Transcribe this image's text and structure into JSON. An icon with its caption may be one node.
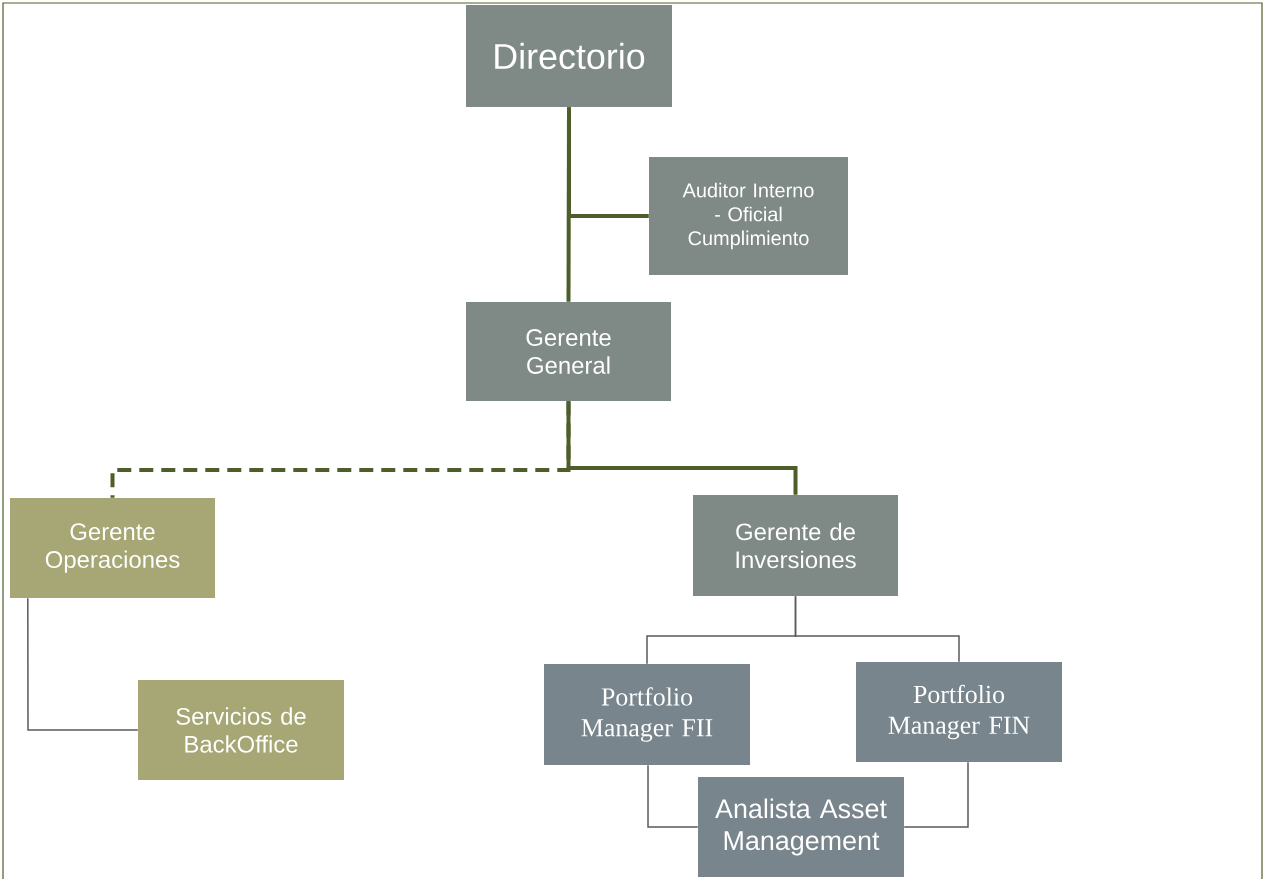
{
  "diagram": {
    "nodes": [
      {
        "text": [
          "Directorio"
        ]
      },
      {
        "text": [
          "Auditor Interno - Oficial Cumplimiento"
        ]
      },
      {
        "text": [
          "Gerente General"
        ]
      },
      {
        "text": [
          "Gerente Operaciones"
        ]
      },
      {
        "text": [
          "Gerente de Inversiones"
        ]
      },
      {
        "text": [
          "Servicios de BackOffice"
        ]
      },
      {
        "text": [
          "Portfolio Manager FII"
        ]
      },
      {
        "text": [
          "Portfolio Manager FIN"
        ]
      },
      {
        "text": [
          "Analista Asset Management"
        ]
      }
    ],
    "edges": [
      {
        "from": 0,
        "to": 2,
        "arrow": "none",
        "style": "thick",
        "color": "#4e5e2a"
      },
      {
        "from": 0,
        "to": 1,
        "arrow": "none",
        "style": "thick",
        "color": "#4e5e2a"
      },
      {
        "from": 2,
        "to": 3,
        "arrow": "none",
        "style": "dashed",
        "color": "#4e5e2a"
      },
      {
        "from": 2,
        "to": 4,
        "arrow": "none",
        "style": "thick",
        "color": "#4e5e2a"
      },
      {
        "from": 4,
        "to": 6,
        "arrow": "none"
      },
      {
        "from": 4,
        "to": 7,
        "arrow": "none"
      },
      {
        "from": 3,
        "to": 5,
        "arrow": "none"
      },
      {
        "from": 6,
        "to": 8,
        "arrow": "none"
      },
      {
        "from": 7,
        "to": 8,
        "arrow": "none"
      }
    ]
  }
}
